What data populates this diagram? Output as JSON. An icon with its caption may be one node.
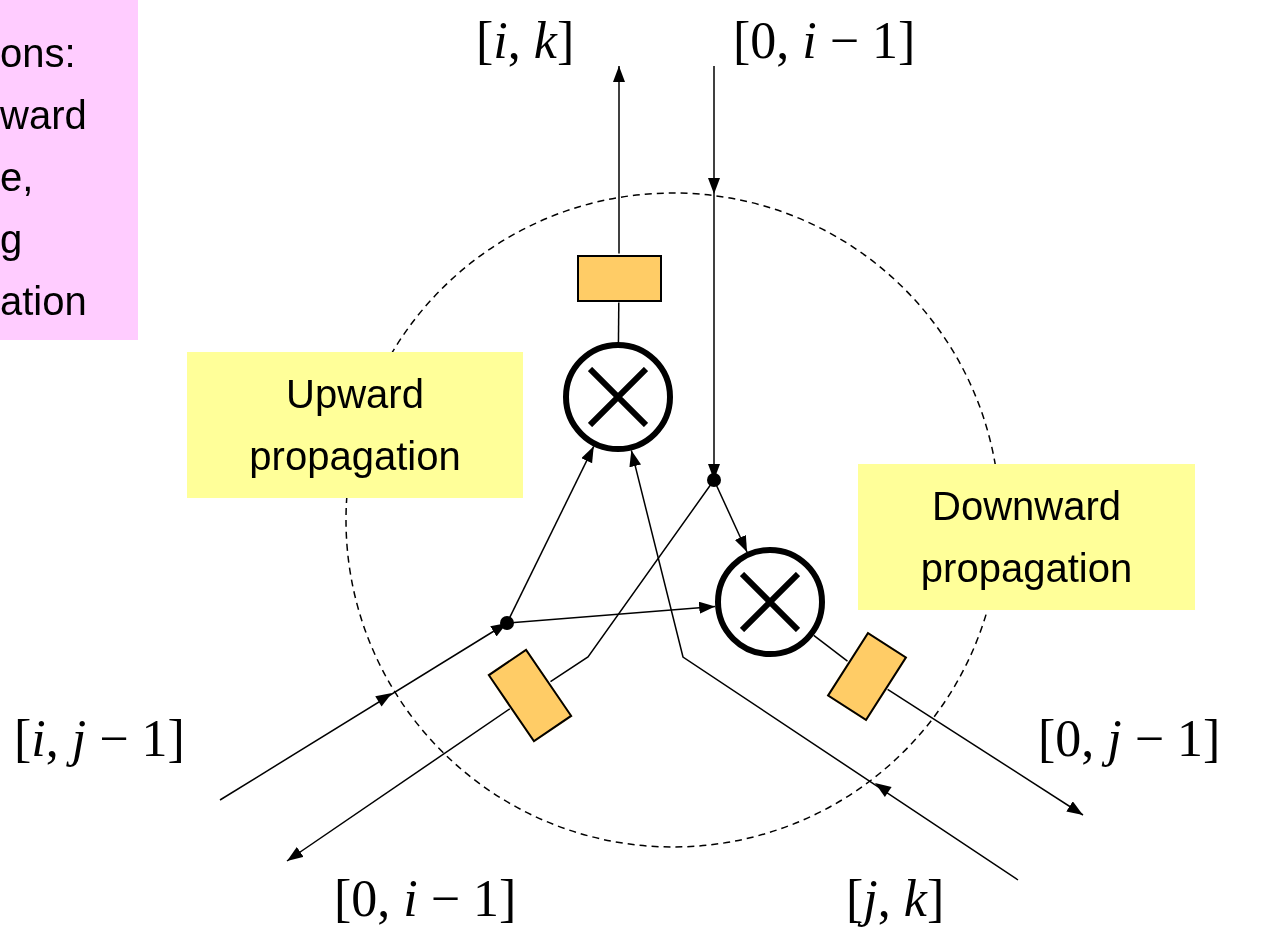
{
  "diagram": {
    "nodes": [
      {
        "text": [
          "ons: ward e, g ation"
        ]
      },
      {
        "text": [
          "Upward propagation"
        ]
      },
      {
        "text": [
          "Downward propagation"
        ]
      },
      {
        "text": [],
        "shape": "circle"
      },
      {
        "text": [],
        "shape": "circle"
      },
      {
        "text": [],
        "shape": "box"
      },
      {
        "text": [],
        "shape": "box"
      },
      {
        "text": [],
        "shape": "box"
      },
      {
        "text": [],
        "shape": "circle"
      },
      {
        "text": [],
        "shape": "circle"
      },
      {
        "text": [
          "[*i*, *k*]"
        ]
      },
      {
        "text": [
          "[0, *i* − 1]"
        ]
      },
      {
        "text": [
          "[*i*, *j* − 1]"
        ]
      },
      {
        "text": [
          "[0, *i* − 1]"
        ]
      },
      {
        "text": [
          "[0, *j* − 1]"
        ]
      },
      {
        "text": [
          "[*j*, *k*]"
        ]
      }
    ],
    "edges": [
      {
        "from": 5,
        "to": 10,
        "arrow": "to"
      },
      {
        "from": 3,
        "to": 5,
        "arrow": "none"
      },
      {
        "from": 11,
        "to": 9,
        "arrow": "to"
      },
      {
        "from": 9,
        "to": 4,
        "arrow": "to"
      },
      {
        "from": 9,
        "to": 6,
        "arrow": "none"
      },
      {
        "from": 6,
        "to": 13,
        "arrow": "to"
      },
      {
        "from": 12,
        "to": 8,
        "arrow": "to"
      },
      {
        "from": 8,
        "to": 3,
        "arrow": "to"
      },
      {
        "from": 8,
        "to": 4,
        "arrow": "to"
      },
      {
        "from": 15,
        "to": 3,
        "arrow": "to"
      },
      {
        "from": 4,
        "to": 7,
        "arrow": "none"
      },
      {
        "from": 7,
        "to": 14,
        "arrow": "to"
      }
    ]
  }
}
